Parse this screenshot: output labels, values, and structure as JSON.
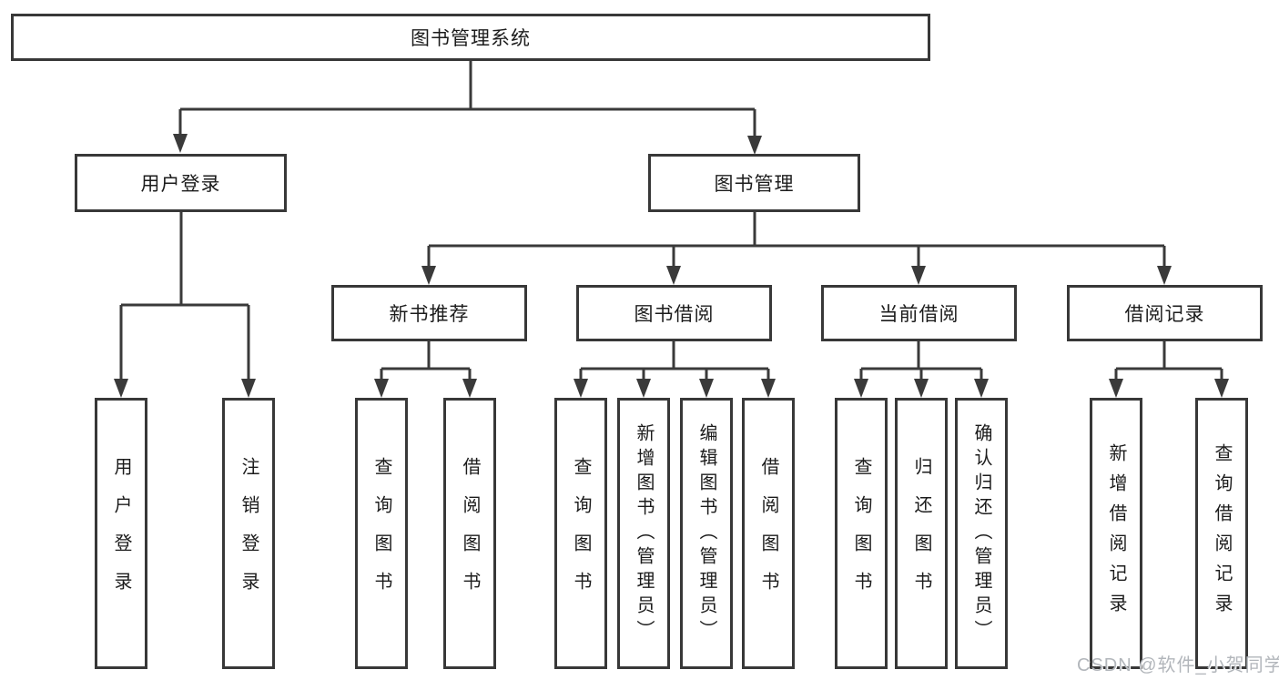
{
  "diagram": {
    "root": "图书管理系统",
    "level2": [
      "用户登录",
      "图书管理"
    ],
    "level3": [
      "新书推荐",
      "图书借阅",
      "当前借阅",
      "借阅记录"
    ],
    "leaves": {
      "user_login": [
        "用户登录",
        "注销登录"
      ],
      "new_book_recommend": [
        "查询图书",
        "借阅图书"
      ],
      "book_borrow": [
        "查询图书",
        "新增图书（管理员）",
        "编辑图书（管理员）",
        "借阅图书"
      ],
      "current_borrow": [
        "查询图书",
        "归还图书",
        "确认归还（管理员）"
      ],
      "borrow_records": [
        "新增借阅记录",
        "查询借阅记录"
      ]
    },
    "watermark": "CSDN @软件_小贺同学",
    "colors": {
      "line": "#3a3a3a",
      "text": "#1c1c1c",
      "watermark": "#b2b6bb",
      "background": "#ffffff"
    }
  }
}
